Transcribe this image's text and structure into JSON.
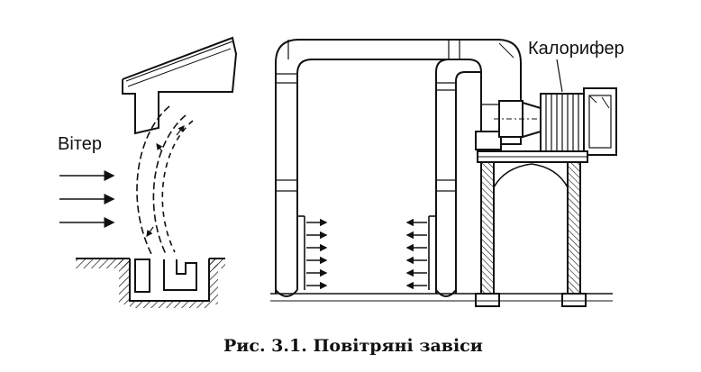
{
  "figure": {
    "label_wind": "Вітер",
    "label_heater": "Калорифер",
    "caption": "Рис. 3.1. Повітряні завіси"
  },
  "colors": {
    "ink": "#111111",
    "background": "#ffffff"
  }
}
